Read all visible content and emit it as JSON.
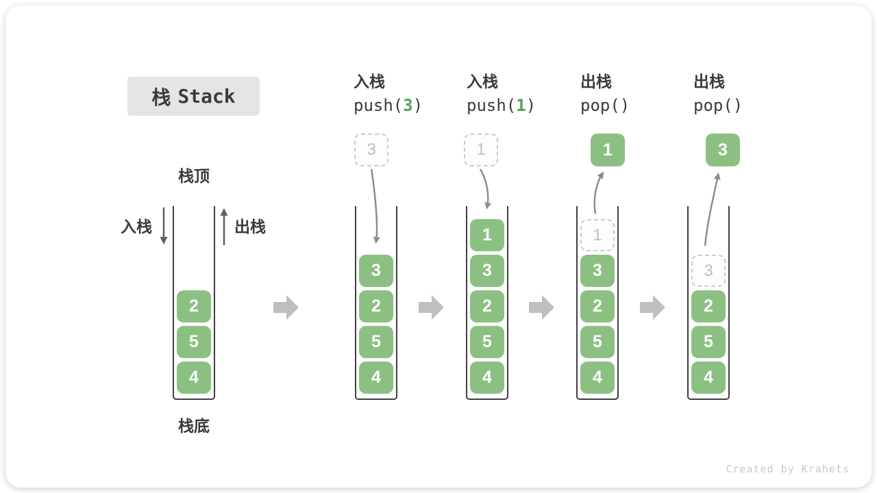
{
  "title": {
    "cn": "栈",
    "en": "Stack"
  },
  "watermark": "Created by Krahets",
  "left_diagram": {
    "top_label": "栈顶",
    "bottom_label": "栈底",
    "push_label": "入栈",
    "pop_label": "出栈",
    "stack": [
      {
        "v": "2",
        "variant": "solid"
      },
      {
        "v": "5",
        "variant": "solid"
      },
      {
        "v": "4",
        "variant": "solid"
      }
    ]
  },
  "stages": [
    {
      "label_cn": "入栈",
      "code": {
        "pre": "push(",
        "arg": "3",
        "post": ")"
      },
      "floating": {
        "v": "3",
        "variant": "dashed"
      },
      "stack": [
        {
          "v": "3",
          "variant": "solid"
        },
        {
          "v": "2",
          "variant": "solid"
        },
        {
          "v": "5",
          "variant": "solid"
        },
        {
          "v": "4",
          "variant": "solid"
        }
      ]
    },
    {
      "label_cn": "入栈",
      "code": {
        "pre": "push(",
        "arg": "1",
        "post": ")"
      },
      "floating": {
        "v": "1",
        "variant": "dashed"
      },
      "stack": [
        {
          "v": "1",
          "variant": "solid"
        },
        {
          "v": "3",
          "variant": "solid"
        },
        {
          "v": "2",
          "variant": "solid"
        },
        {
          "v": "5",
          "variant": "solid"
        },
        {
          "v": "4",
          "variant": "solid"
        }
      ]
    },
    {
      "label_cn": "出栈",
      "code": {
        "pre": "pop(",
        "arg": "",
        "post": ")"
      },
      "floating": {
        "v": "1",
        "variant": "solid"
      },
      "stack": [
        {
          "v": "1",
          "variant": "dashed"
        },
        {
          "v": "3",
          "variant": "solid"
        },
        {
          "v": "2",
          "variant": "solid"
        },
        {
          "v": "5",
          "variant": "solid"
        },
        {
          "v": "4",
          "variant": "solid"
        }
      ]
    },
    {
      "label_cn": "出栈",
      "code": {
        "pre": "pop(",
        "arg": "",
        "post": ")"
      },
      "floating": {
        "v": "3",
        "variant": "solid"
      },
      "stack": [
        {
          "v": "3",
          "variant": "dashed"
        },
        {
          "v": "2",
          "variant": "solid"
        },
        {
          "v": "5",
          "variant": "solid"
        },
        {
          "v": "4",
          "variant": "solid"
        }
      ]
    }
  ],
  "colors": {
    "green": "#8CC083",
    "green-dark": "#56A156",
    "ink": "#3B3B3B",
    "wall": "#3F3F3F",
    "muted": "#BFBFBF",
    "dash": "#CBCBCB",
    "arrow": "#8C8C8C",
    "arrow-dark": "#5F5F5F",
    "block-arrow": "#BFBFBF",
    "title-bg": "#E5E5E5",
    "watermark": "#C9C9C9"
  }
}
